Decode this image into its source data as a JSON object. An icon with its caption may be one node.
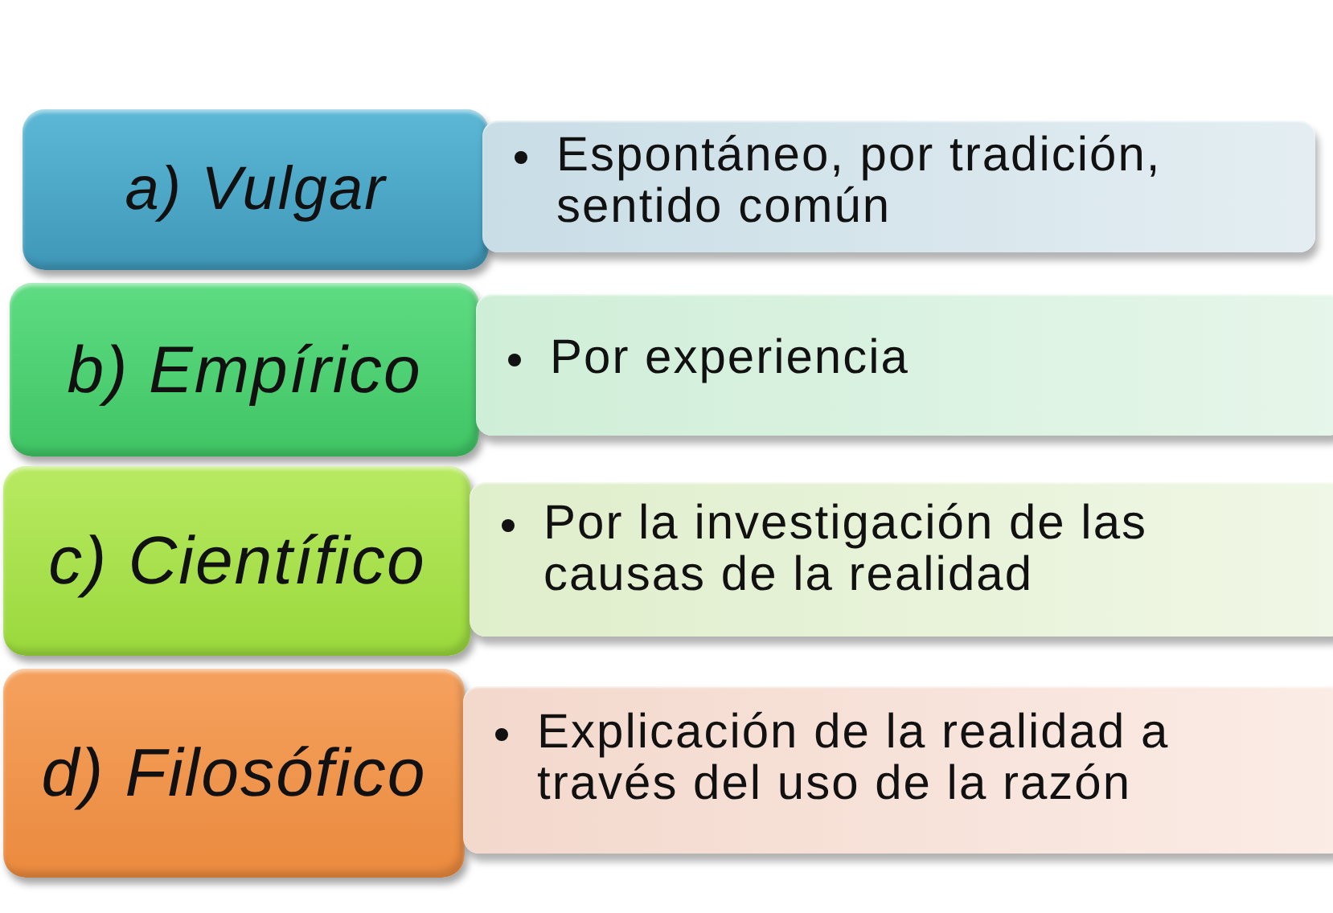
{
  "diagram": {
    "nodes": [
      {
        "text": [
          "a) Vulgar"
        ]
      },
      {
        "text": [
          "Espontáneo, por tradición, sentido común"
        ]
      },
      {
        "text": [
          "b) Empírico"
        ]
      },
      {
        "text": [
          "Por experiencia"
        ]
      },
      {
        "text": [
          "c) Científico"
        ]
      },
      {
        "text": [
          "Por la investigación de las causas de la realidad"
        ]
      },
      {
        "text": [
          "d) Filosófico"
        ]
      },
      {
        "text": [
          "Explicación de la realidad a través del uso de la razón"
        ]
      }
    ]
  }
}
